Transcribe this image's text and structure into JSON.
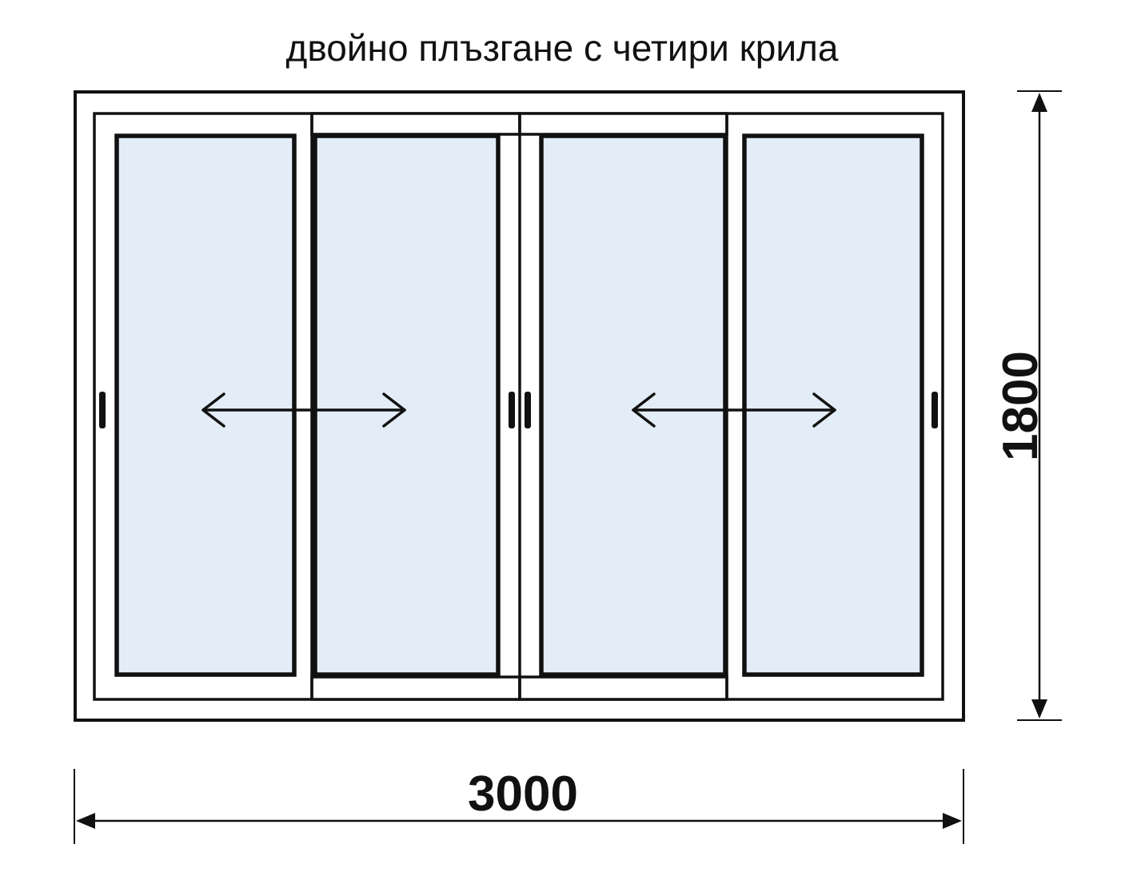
{
  "title": "двойно плъзгане с четири крила",
  "dimensions": {
    "width_label": "3000",
    "height_label": "1800"
  },
  "colors": {
    "glass": "#e3edf8",
    "line": "#111111",
    "background": "#ffffff"
  },
  "icons": {
    "slide_arrow": "double-headed-arrow",
    "handle": "sash-handle"
  }
}
